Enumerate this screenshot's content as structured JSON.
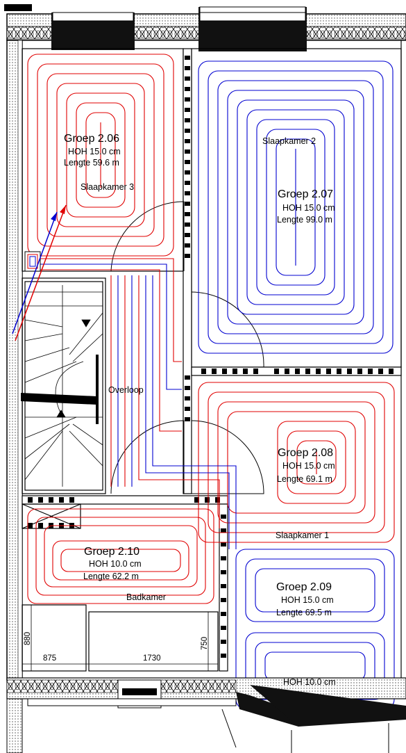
{
  "groups": [
    {
      "id": "g206",
      "group": "Groep  2.06",
      "hoh": "HOH 15.0 cm",
      "length": "Lengte 59.6  m",
      "color": "#e00000"
    },
    {
      "id": "g207",
      "group": "Groep  2.07",
      "hoh": "HOH 15.0 cm",
      "length": "Lengte 99.0  m",
      "color": "#0000d0"
    },
    {
      "id": "g208",
      "group": "Groep  2.08",
      "hoh": "HOH 15.0 cm",
      "length": "Lengte 69.1  m",
      "color": "#e00000"
    },
    {
      "id": "g209",
      "group": "Groep  2.09",
      "hoh": "HOH 15.0 cm",
      "length": "Lengte 69.5  m",
      "color": "#0000d0"
    },
    {
      "id": "g210",
      "group": "Groep  2.10",
      "hoh": "HOH 10.0 cm",
      "length": "Lengte 62.2  m",
      "color": "#e00000"
    }
  ],
  "extra_hoh": "HOH 10.0 cm",
  "rooms": {
    "slaapkamer3": "Slaapkamer 3",
    "slaapkamer2": "Slaapkamer 2",
    "overloop": "Overloop",
    "slaapkamer1": "Slaapkamer 1",
    "badkamer": "Badkamer"
  },
  "dimensions": {
    "d880": "880",
    "d875": "875",
    "d1730": "1730",
    "d750": "750"
  },
  "colors": {
    "supply": "#e00000",
    "return": "#0000d0",
    "wall": "#000000"
  }
}
